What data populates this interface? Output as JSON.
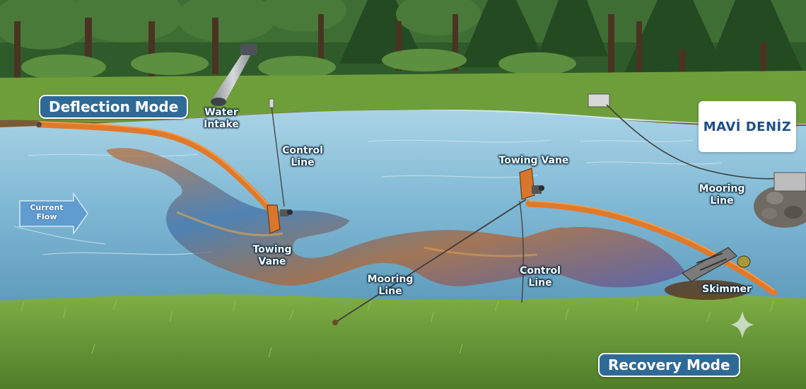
{
  "colors": {
    "boom": "#e07a2a",
    "water": "#7fb8d4",
    "grass": "#6e9e3a",
    "mode_badge": "#2f6a97",
    "brand_text": "#1f4e86"
  },
  "modes": {
    "deflection": "Deflection Mode",
    "recovery": "Recovery Mode"
  },
  "brand": {
    "name": "MAVİ DENİZ"
  },
  "labels": {
    "water_intake": "Water\nIntake",
    "control_line_upper": "Control\nLine",
    "towing_vane_left": "Towing\nVane",
    "towing_vane_right": "Towing Vane",
    "mooring_line_right": "Mooring\nLine",
    "mooring_line_lower": "Mooring\nLine",
    "control_line_lower": "Control\nLine",
    "skimmer": "Skimmer",
    "current_flow": "Current\nFlow"
  },
  "icons": {
    "current": "arrow-right-icon",
    "sparkle": "sparkle-icon"
  }
}
